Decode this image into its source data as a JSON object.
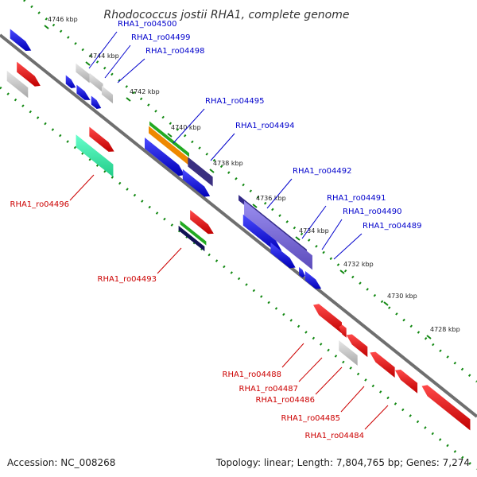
{
  "map": {
    "title": "Rhodococcus jostii RHA1, complete genome",
    "accession_text": "Accession: NC_008268",
    "summary_text": "Topology: linear; Length: 7,804,765 bp; Genes: 7,274"
  },
  "ticks": {
    "unit": "kbp",
    "labels": [
      "4746 kbp",
      "4744 kbp",
      "4742 kbp",
      "4740 kbp",
      "4738 kbp",
      "4736 kbp",
      "4734 kbp",
      "4732 kbp",
      "4730 kbp",
      "4728 kbp"
    ]
  },
  "genes": {
    "forward_strand": [
      {
        "name": "RHA1_ro04500",
        "color": "#0000cc"
      },
      {
        "name": "RHA1_ro04499",
        "color": "#0000cc"
      },
      {
        "name": "RHA1_ro04498",
        "color": "#0000cc"
      },
      {
        "name": "RHA1_ro04495",
        "color": "#0000cc"
      },
      {
        "name": "RHA1_ro04494",
        "color": "#0000cc"
      },
      {
        "name": "RHA1_ro04492",
        "color": "#0000cc"
      },
      {
        "name": "RHA1_ro04491",
        "color": "#0000cc"
      },
      {
        "name": "RHA1_ro04490",
        "color": "#0000cc"
      },
      {
        "name": "RHA1_ro04489",
        "color": "#0000cc"
      }
    ],
    "reverse_strand": [
      {
        "name": "RHA1_ro04496",
        "color": "#cc0000"
      },
      {
        "name": "RHA1_ro04493",
        "color": "#cc0000"
      },
      {
        "name": "RHA1_ro04488",
        "color": "#cc0000"
      },
      {
        "name": "RHA1_ro04487",
        "color": "#cc0000"
      },
      {
        "name": "RHA1_ro04486",
        "color": "#cc0000"
      },
      {
        "name": "RHA1_ro04485",
        "color": "#cc0000"
      },
      {
        "name": "RHA1_ro04484",
        "color": "#cc0000"
      }
    ]
  },
  "colors": {
    "forward_gene": "#0000dd",
    "reverse_gene": "#dd0000",
    "unknown_gene": "#c8c8c8",
    "backbone": "#777777",
    "tick_marks": "#118811",
    "feature_green": "#22aa22",
    "feature_orange": "#ee8800",
    "feature_purple": "#7766cc",
    "feature_darkslate": "#443388",
    "feature_teal": "#33eeaa"
  }
}
